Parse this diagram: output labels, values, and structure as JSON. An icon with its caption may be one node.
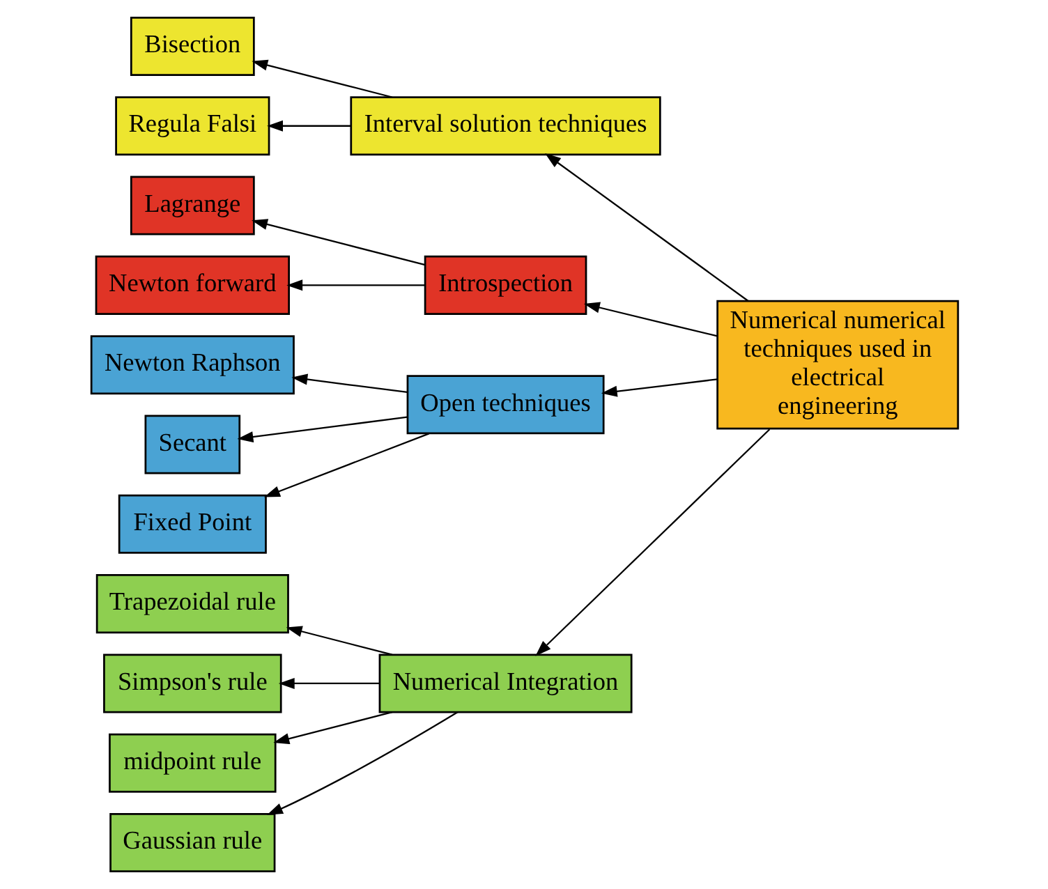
{
  "diagram": {
    "nodes": [
      {
        "text": [
          "Numerical numerical techniques used in electrical engineering"
        ]
      },
      {
        "text": [
          "Interval solution techniques"
        ]
      },
      {
        "text": [
          "Bisection"
        ]
      },
      {
        "text": [
          "Regula Falsi"
        ]
      },
      {
        "text": [
          "Introspection"
        ]
      },
      {
        "text": [
          "Lagrange"
        ]
      },
      {
        "text": [
          "Newton forward"
        ]
      },
      {
        "text": [
          "Open techniques"
        ]
      },
      {
        "text": [
          "Newton Raphson"
        ]
      },
      {
        "text": [
          "Secant"
        ]
      },
      {
        "text": [
          "Fixed Point"
        ]
      },
      {
        "text": [
          "Numerical Integration"
        ]
      },
      {
        "text": [
          "Trapezoidal rule"
        ]
      },
      {
        "text": [
          "Simpson's rule"
        ]
      },
      {
        "text": [
          "midpoint rule"
        ]
      },
      {
        "text": [
          "Gaussian rule"
        ]
      }
    ],
    "edges": [
      {
        "from": 0,
        "to": 1,
        "arrow": "to"
      },
      {
        "from": 0,
        "to": 4,
        "arrow": "to"
      },
      {
        "from": 0,
        "to": 7,
        "arrow": "to"
      },
      {
        "from": 0,
        "to": 11,
        "arrow": "to"
      },
      {
        "from": 1,
        "to": 2,
        "arrow": "to"
      },
      {
        "from": 1,
        "to": 3,
        "arrow": "to"
      },
      {
        "from": 4,
        "to": 5,
        "arrow": "to"
      },
      {
        "from": 4,
        "to": 6,
        "arrow": "to"
      },
      {
        "from": 7,
        "to": 8,
        "arrow": "to"
      },
      {
        "from": 7,
        "to": 9,
        "arrow": "to"
      },
      {
        "from": 7,
        "to": 10,
        "arrow": "to"
      },
      {
        "from": 11,
        "to": 12,
        "arrow": "to"
      },
      {
        "from": 11,
        "to": 13,
        "arrow": "to"
      },
      {
        "from": 11,
        "to": 14,
        "arrow": "to"
      },
      {
        "from": 11,
        "to": 15,
        "arrow": "to"
      }
    ]
  }
}
